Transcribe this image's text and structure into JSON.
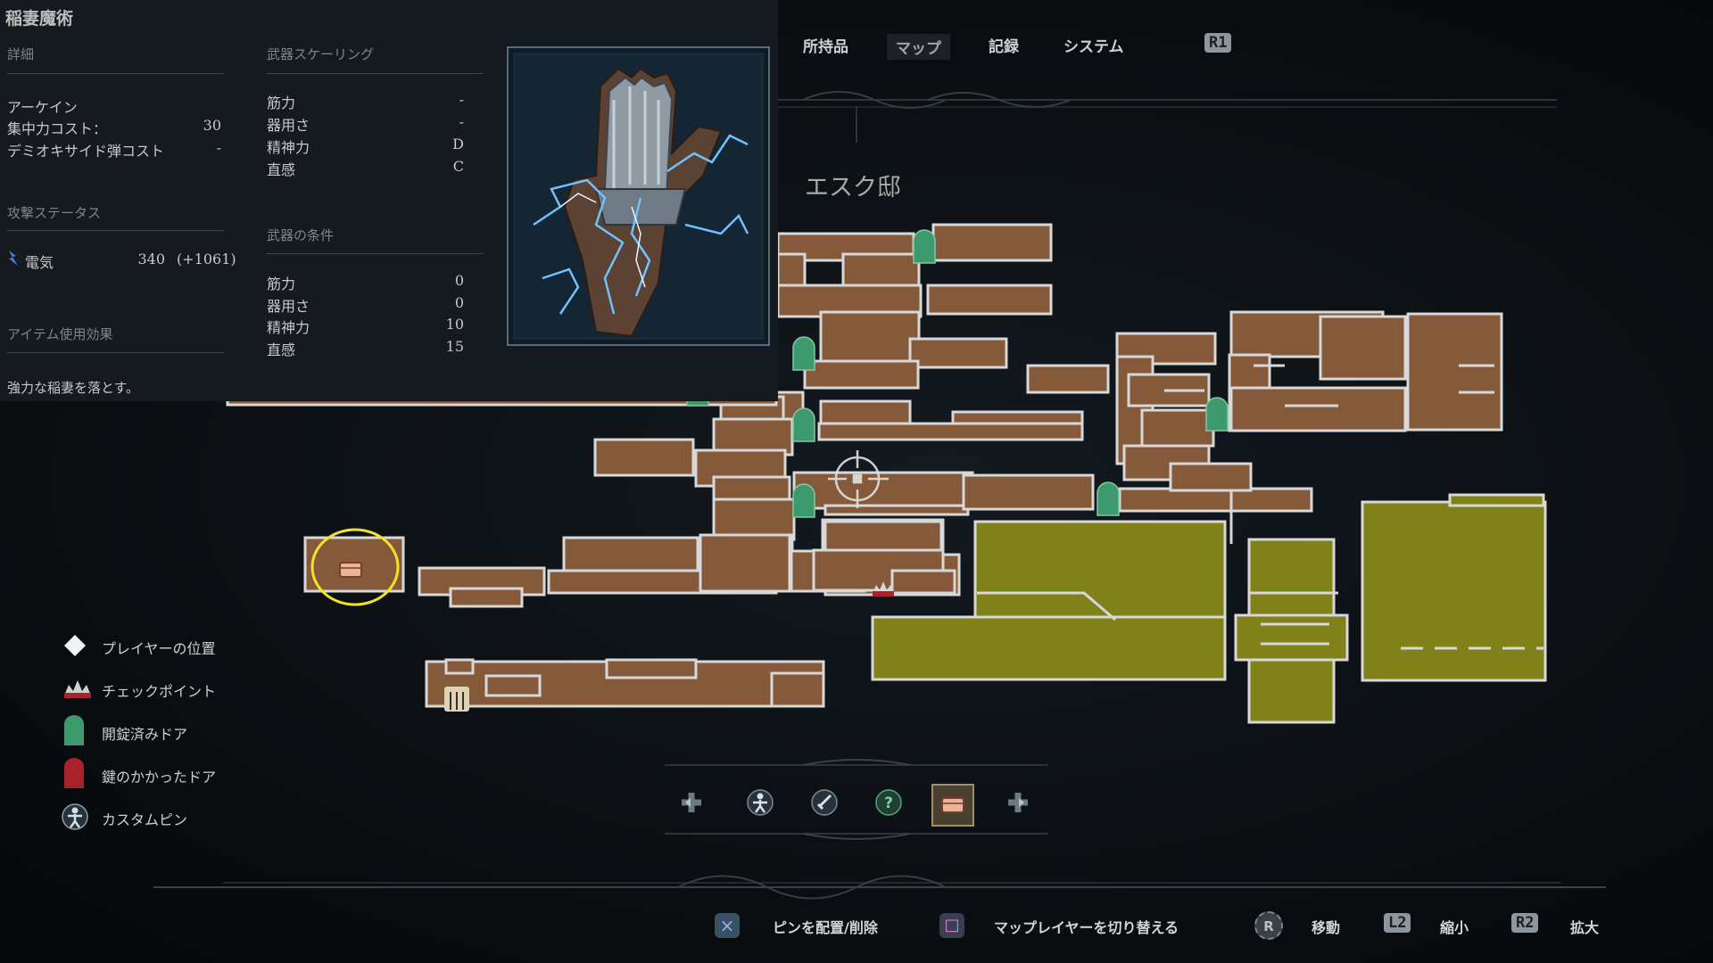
{
  "item": {
    "name": "稲妻魔術",
    "details_header": "詳細",
    "details": [
      {
        "label": "アーケイン",
        "value": ""
      },
      {
        "label": "集中力コスト：",
        "value": "30"
      },
      {
        "label": "デミオキサイド弾コスト",
        "value": "-"
      }
    ],
    "attack_header": "攻撃ステータス",
    "attack": {
      "label": "電気",
      "value": "340",
      "bonus": "(+1061)"
    },
    "effect_header": "アイテム使用効果",
    "effect_text": "強力な稲妻を落とす。",
    "scaling_header": "武器スケーリング",
    "scaling": [
      {
        "label": "筋力",
        "value": "-"
      },
      {
        "label": "器用さ",
        "value": "-"
      },
      {
        "label": "精神力",
        "value": "D"
      },
      {
        "label": "直感",
        "value": "C"
      }
    ],
    "requirements_header": "武器の条件",
    "requirements": [
      {
        "label": "筋力",
        "value": "0"
      },
      {
        "label": "器用さ",
        "value": "0"
      },
      {
        "label": "精神力",
        "value": "10"
      },
      {
        "label": "直感",
        "value": "15"
      }
    ]
  },
  "menu": {
    "tabs": [
      "所持品",
      "マップ",
      "記録",
      "システム"
    ],
    "active_tab": "マップ",
    "r1_badge": "R1"
  },
  "map": {
    "area_name": "エスク邸"
  },
  "legend": [
    {
      "icon": "player-position-icon",
      "label": "プレイヤーの位置"
    },
    {
      "icon": "checkpoint-icon",
      "label": "チェックポイント"
    },
    {
      "icon": "unlocked-door-icon",
      "label": "開錠済みドア"
    },
    {
      "icon": "locked-door-icon",
      "label": "鍵のかかったドア"
    },
    {
      "icon": "custom-pin-icon",
      "label": "カスタムピン"
    }
  ],
  "pin_toolbar": [
    "prev-icon",
    "figure-pin-icon",
    "sword-pin-icon",
    "question-pin-icon",
    "chest-pin-icon",
    "next-icon"
  ],
  "footer": [
    {
      "button": "×",
      "label": "ピンを配置/削除"
    },
    {
      "button": "□",
      "label": "マップレイヤーを切り替える"
    },
    {
      "button": "R",
      "label": "移動"
    },
    {
      "button": "L2",
      "label": "縮小"
    },
    {
      "button": "R2",
      "label": "拡大"
    }
  ],
  "colors": {
    "explored_room": "#845a3a",
    "highlighted_area": "#808119",
    "room_border": "#d8d8d8",
    "door": "#3d9a6e",
    "locked_door": "#a8222c",
    "highlight_ring": "#f0e32a",
    "background": "#0d1217"
  }
}
